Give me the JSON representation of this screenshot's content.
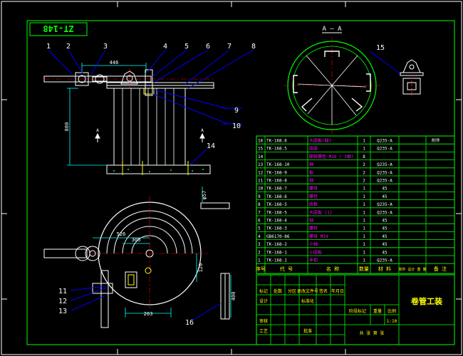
{
  "colors": {
    "background": "#000000",
    "frame": "#00ff00",
    "part": "#ffffff",
    "dimension": "#00ffff",
    "leader": "#0000ff",
    "accent": "#ff0000",
    "text_magenta": "#ff00ff",
    "text_yellow": "#ffff00"
  },
  "drawing": {
    "number_box": "ZT-148",
    "section_label": "A — A",
    "dims": {
      "d446": "446",
      "d880": "880",
      "d57": "φ57",
      "d526": "526",
      "d305": "305",
      "d120": "120",
      "d203": "203",
      "d400": "400"
    },
    "section_marks": [
      "A",
      "A"
    ],
    "balloons": [
      "1",
      "2",
      "3",
      "4",
      "5",
      "6",
      "7",
      "8",
      "9",
      "10",
      "11",
      "12",
      "13",
      "14",
      "15",
      "16"
    ]
  },
  "bom": {
    "rows": [
      {
        "no": "16",
        "code": "TK-168.6",
        "name": "大底板(厢)",
        "qty": "1",
        "mat": "Q235-A",
        "note": "附件"
      },
      {
        "no": "15",
        "code": "TK-168.5",
        "name": "底座",
        "qty": "1",
        "mat": "Q235-A",
        "note": ""
      },
      {
        "no": "14",
        "code": "",
        "name": "膨胀螺栓 M16 ( 3根)",
        "qty": "8",
        "mat": "",
        "note": ""
      },
      {
        "no": "13",
        "code": "TK-168-10",
        "name": "轴",
        "qty": "2",
        "mat": "Q235-A",
        "note": ""
      },
      {
        "no": "12",
        "code": "TK-168-9",
        "name": "板",
        "qty": "2",
        "mat": "Q235-A",
        "note": ""
      },
      {
        "no": "11",
        "code": "TK-168-8",
        "name": "轴",
        "qty": "2",
        "mat": "Q235-A",
        "note": ""
      },
      {
        "no": "10",
        "code": "TK-168-7",
        "name": "螺母",
        "qty": "1",
        "mat": "45",
        "note": ""
      },
      {
        "no": "9",
        "code": "TK-168-6",
        "name": "螺栓",
        "qty": "1",
        "mat": "45",
        "note": ""
      },
      {
        "no": "8",
        "code": "TK-168-5",
        "name": "底板",
        "qty": "1",
        "mat": "Q235-A",
        "note": ""
      },
      {
        "no": "7",
        "code": "TK-168-5",
        "name": "大底板 [1]",
        "qty": "1",
        "mat": "Q235-A",
        "note": ""
      },
      {
        "no": "6",
        "code": "TK-168-4",
        "name": "轴",
        "qty": "1",
        "mat": "45",
        "note": ""
      },
      {
        "no": "5",
        "code": "TK-168-3",
        "name": "螺栓",
        "qty": "1",
        "mat": "45",
        "note": ""
      },
      {
        "no": "4",
        "code": "GB6170-86",
        "name": "螺母 M24",
        "qty": "1",
        "mat": "45",
        "note": ""
      },
      {
        "no": "3",
        "code": "TK-168-2",
        "name": "小轴",
        "qty": "1",
        "mat": "45",
        "note": ""
      },
      {
        "no": "2",
        "code": "TK-168-1",
        "name": "小底板",
        "qty": "1",
        "mat": "45",
        "note": ""
      },
      {
        "no": "1",
        "code": "TK-168.1",
        "name": "手把",
        "qty": "1",
        "mat": "Q235-A",
        "note": ""
      }
    ],
    "header": {
      "no": "序号",
      "code": "代  号",
      "name": "名  称",
      "qty": "数量",
      "mat": "材  料",
      "weight": "单件 总计 重  量",
      "note": "备 注"
    }
  },
  "title_block": {
    "title": "卷管工装",
    "labels": [
      "标记",
      "处数",
      "分区",
      "更改文件号",
      "签名",
      "年月日"
    ],
    "rows": [
      "设计",
      "审核",
      "工艺"
    ],
    "extra": [
      "标准化",
      "批准"
    ],
    "stage": "阶段标记",
    "weight": "重量",
    "scale_label": "比例",
    "scale": "1:10",
    "sheets": "共   张   第   张"
  }
}
